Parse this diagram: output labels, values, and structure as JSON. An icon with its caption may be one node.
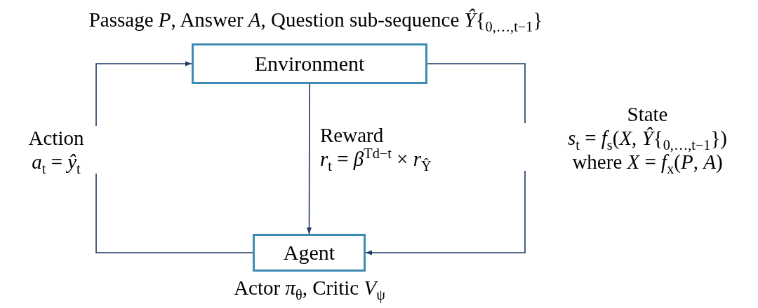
{
  "diagram": {
    "nodes": [
      {
        "text": [
          "Environment"
        ],
        "beside": [
          "Passage *P*, Answer *A*, Question sub-sequence *Ŷ*{$_{0,…,t−1}$}"
        ]
      },
      {
        "text": [
          "Agent"
        ],
        "beside": [
          "Actor *π*$_{θ}$, Critic *V*$_{ψ}$"
        ]
      }
    ],
    "edges": [
      {
        "from": 0,
        "to": 1,
        "arrow": "to",
        "label": "Reward *r*$_{t}$ = *β*$^{Td−t}$ × *r*$_{Ŷ}$"
      },
      {
        "from": 0,
        "to": 1,
        "arrow": "to",
        "label": "State *s*$_{t}$ = *f*$_{s}$(*X*, *Ŷ*{$_{0,…,t−1}$}) where *X* = *f*$_{x}$(*P*, *A*)"
      },
      {
        "from": 1,
        "to": 0,
        "arrow": "to",
        "label": "Action *a*$_{t}$ = *ŷ*$_{t}$"
      }
    ]
  }
}
